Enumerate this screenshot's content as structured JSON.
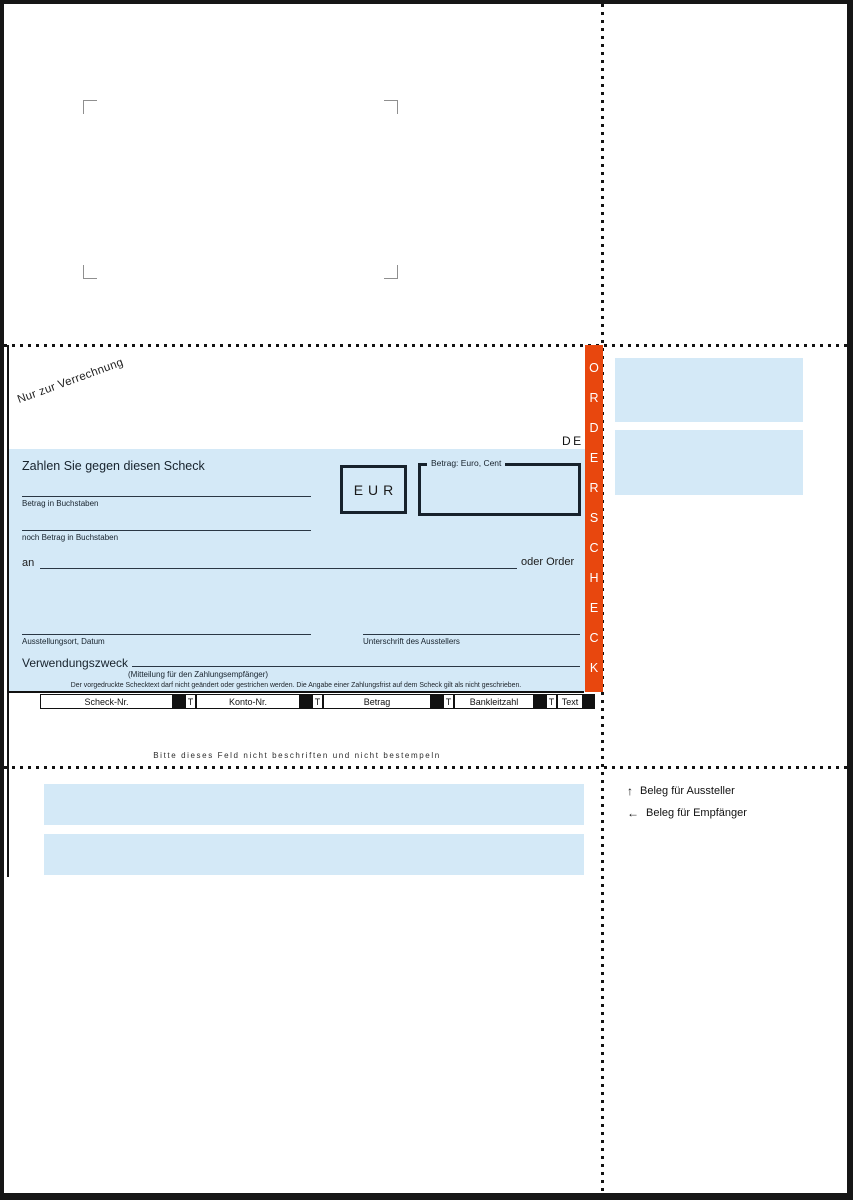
{
  "colors": {
    "check_blue": "#d4e9f7",
    "strip_red": "#e8470e",
    "ink": "#1b1b1b"
  },
  "upper": {
    "crossing_note": "Nur zur Verrechnung"
  },
  "check": {
    "pay_line": "Zahlen Sie gegen diesen Scheck",
    "currency": "EUR",
    "amount_box_label": "Betrag: Euro, Cent",
    "amount_words_label": "Betrag in Buchstaben",
    "amount_words2_label": "noch Betrag in Buchstaben",
    "payee_prefix": "an",
    "payee_suffix": "oder Order",
    "place_date_label": "Ausstellungsort, Datum",
    "signature_label": "Unterschrift des Ausstellers",
    "purpose_label": "Verwendungszweck",
    "purpose_sublabel": "(Mitteilung für den Zahlungsempfänger)",
    "legal_note": "Der vorgedruckte Schecktext darf nicht geändert oder gestrichen werden. Die Angabe einer Zahlungsfrist auf dem Scheck gilt als nicht geschrieben.",
    "country_code": "DE",
    "scheck_type": "ORDERSCHECK"
  },
  "code_row": {
    "scheck_nr": "Scheck-Nr.",
    "t1": "T",
    "konto_nr": "Konto-Nr.",
    "t2": "T",
    "betrag": "Betrag",
    "t3": "T",
    "bankleitzahl": "Bankleitzahl",
    "t4": "T",
    "text": "Text"
  },
  "middle": {
    "stamp_note": "Bitte dieses Feld nicht beschriften und nicht bestempeln"
  },
  "right_panel": {
    "beleg_aussteller": {
      "arrow": "↑",
      "label": "Beleg für Aussteller"
    },
    "beleg_empfaenger": {
      "arrow": "←",
      "label": "Beleg für Empfänger"
    }
  }
}
